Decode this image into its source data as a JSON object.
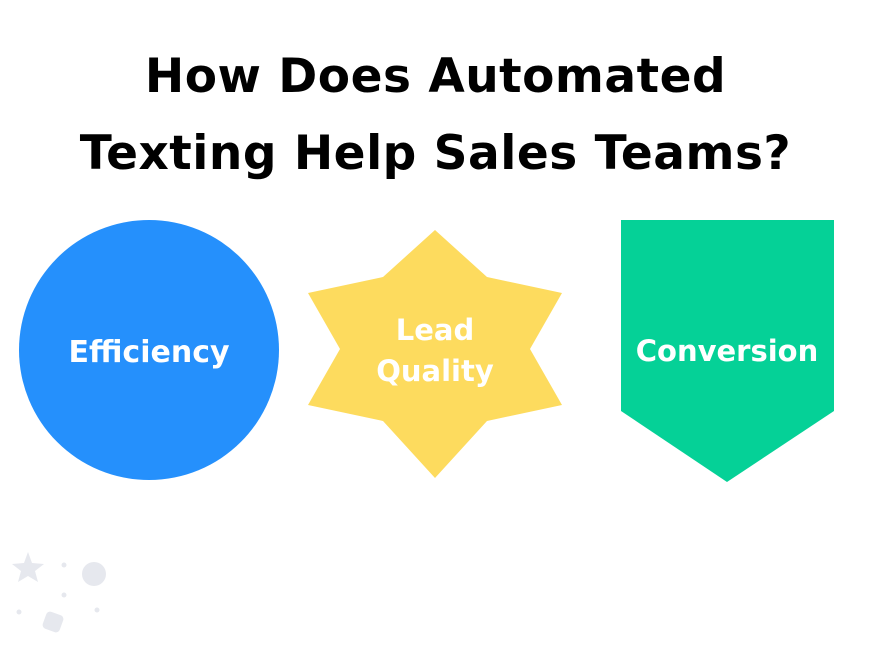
{
  "title": {
    "line1": "How Does Automated",
    "line2": "Texting Help Sales Teams?"
  },
  "shapes": [
    {
      "label": "Efficiency",
      "shape": "circle",
      "color": "#2590FC"
    },
    {
      "label_line1": "Lead",
      "label_line2": "Quality",
      "shape": "star",
      "color": "#FDDB5E"
    },
    {
      "label": "Conversion",
      "shape": "pentagon-arrow",
      "color": "#05D197"
    }
  ],
  "decor_color": "#E6E8EE"
}
